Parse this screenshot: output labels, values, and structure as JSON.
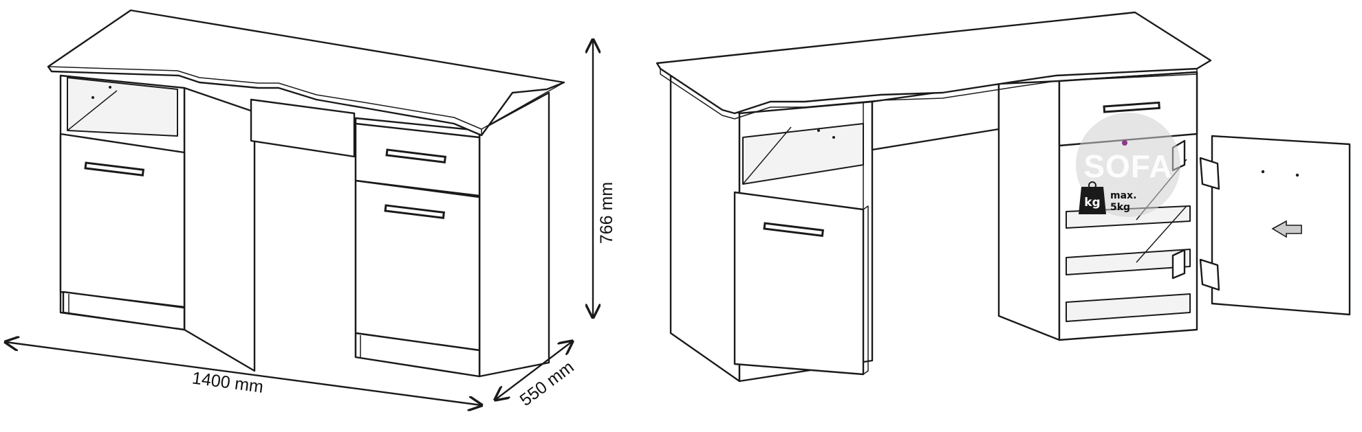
{
  "dimensions": {
    "width": "1400 mm",
    "height": "766 mm",
    "depth": "550 mm"
  },
  "watermark": {
    "text": "SOFA"
  },
  "load_label": {
    "unit": "kg",
    "line1": "max.",
    "line2": "5kg"
  },
  "colors": {
    "line": "#1a1a1a",
    "watermark_circle": "#cfcfcf",
    "accent_dot": "#8a3a8a"
  }
}
